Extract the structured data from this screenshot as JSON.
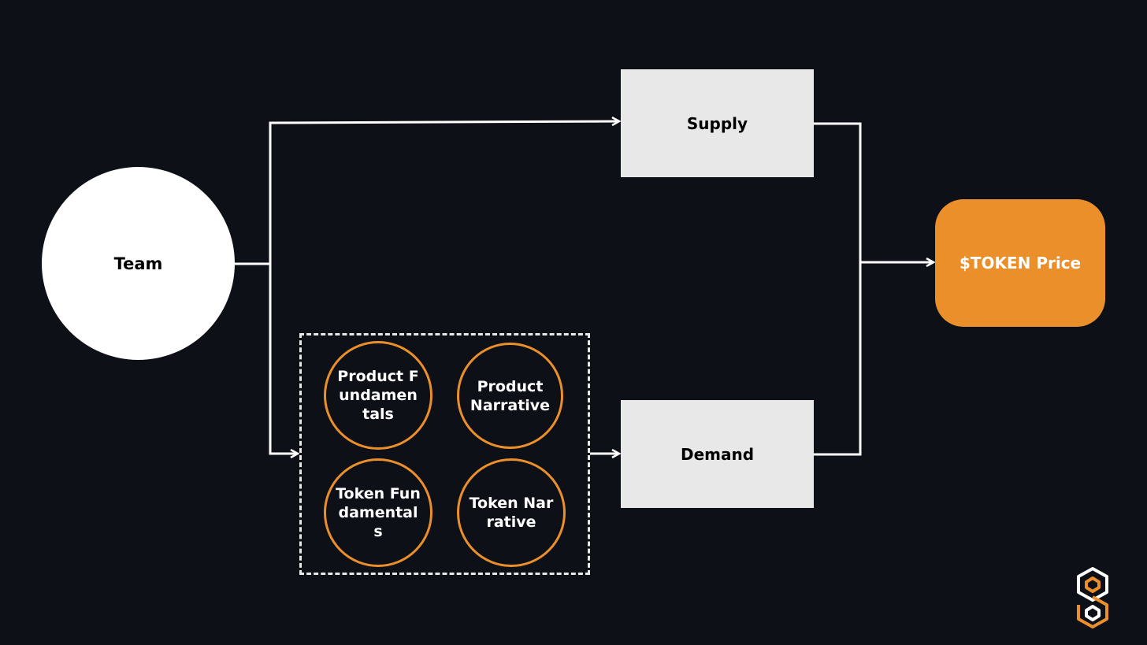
{
  "nodes": {
    "team": "Team",
    "supply": "Supply",
    "demand": "Demand",
    "price": "$TOKEN Price"
  },
  "factors": [
    {
      "label": "Product Fundamentals"
    },
    {
      "label": "Product Narrative"
    },
    {
      "label": "Token Fundamentals"
    },
    {
      "label": "Token Narrative"
    }
  ],
  "colors": {
    "background": "#0d1017",
    "accent": "#eb8f2b",
    "box": "#e8e8e8",
    "line": "#ffffff"
  },
  "logo": {
    "icon": "brand-hexagon-logo-icon"
  }
}
